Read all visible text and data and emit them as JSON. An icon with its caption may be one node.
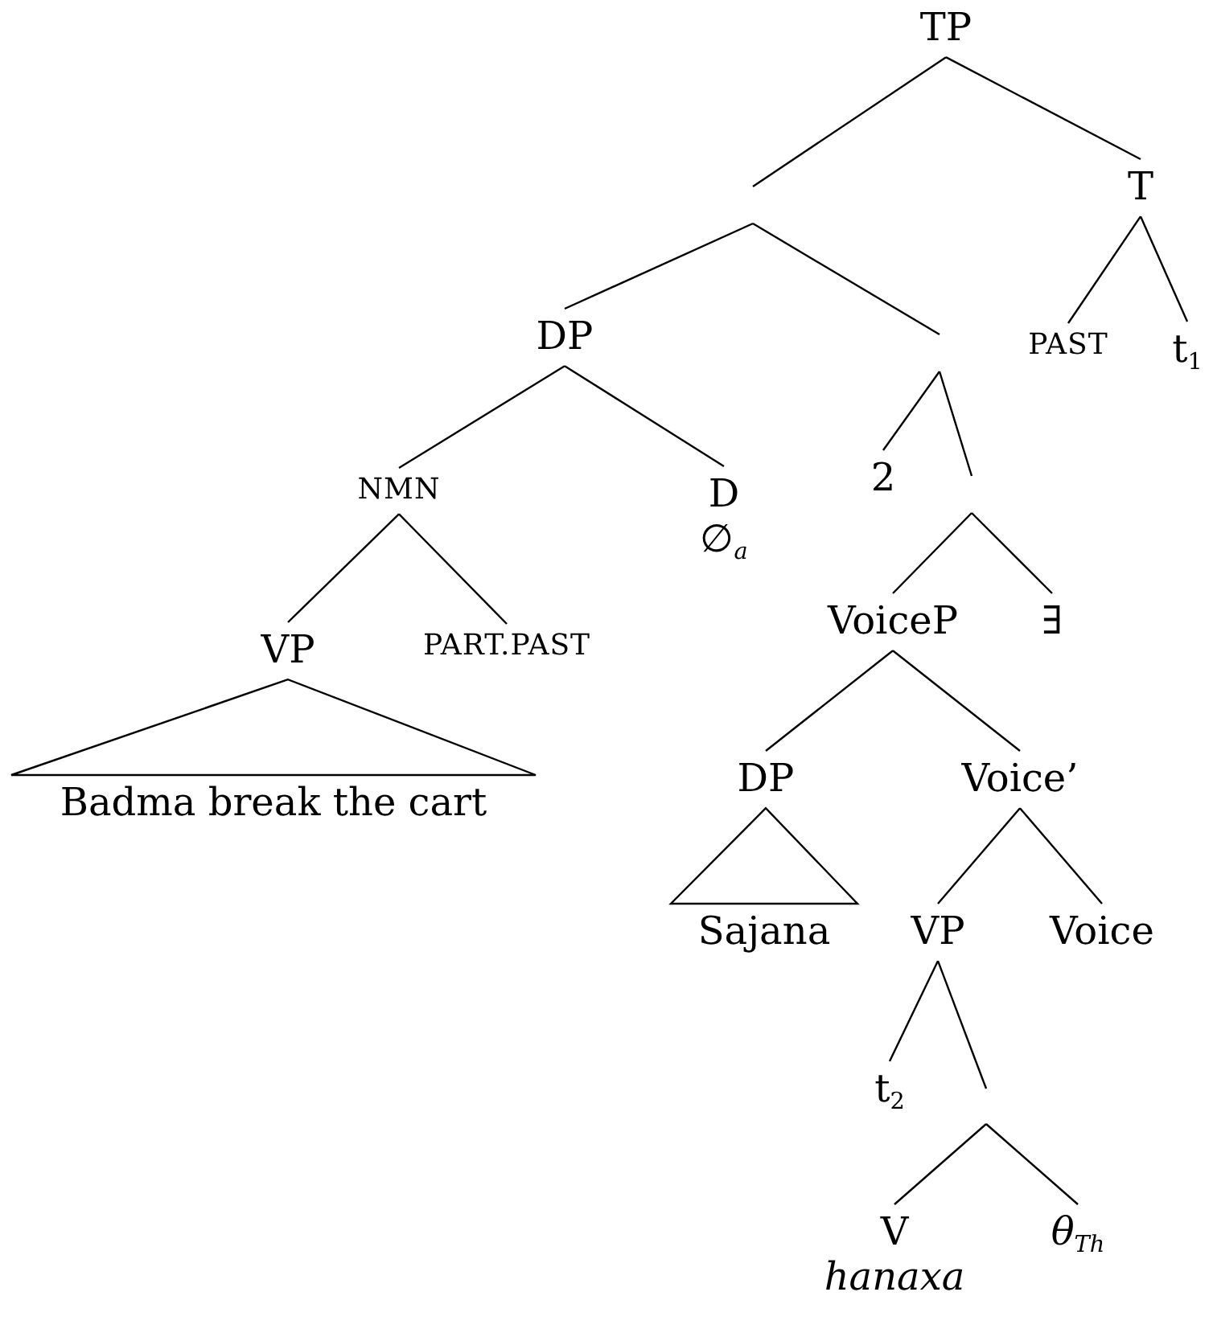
{
  "diagram": {
    "nodes": [
      {
        "text": [
          "TP"
        ]
      },
      {
        "text": [
          "T"
        ]
      },
      {
        "text": [
          "DP"
        ]
      },
      {
        "text": [
          "PAST"
        ]
      },
      {
        "text": [
          "t$_{1}$"
        ]
      },
      {
        "text": [
          "NMN"
        ]
      },
      {
        "text": [
          "D",
          "∅$_{a}$"
        ]
      },
      {
        "text": [
          "2"
        ]
      },
      {
        "text": [
          "VP"
        ]
      },
      {
        "text": [
          "PART.PAST"
        ]
      },
      {
        "text": [
          "VoiceP"
        ]
      },
      {
        "text": [
          "∃"
        ]
      },
      {
        "text": [
          "Badma break the cart"
        ]
      },
      {
        "text": [
          "DP"
        ]
      },
      {
        "text": [
          "Voice’"
        ]
      },
      {
        "text": [
          "Sajana"
        ]
      },
      {
        "text": [
          "VP"
        ]
      },
      {
        "text": [
          "Voice"
        ]
      },
      {
        "text": [
          "t$_{2}$"
        ]
      },
      {
        "text": [
          "V",
          "hanaxa"
        ]
      },
      {
        "text": [
          "θ$_{Th}$"
        ]
      }
    ],
    "edges": [
      {
        "from": 0,
        "to": null,
        "arrow": "none"
      },
      {
        "from": 0,
        "to": 1,
        "arrow": "none"
      },
      {
        "from": null,
        "to": 2,
        "arrow": "none"
      },
      {
        "from": 1,
        "to": 3,
        "arrow": "none"
      },
      {
        "from": 1,
        "to": 4,
        "arrow": "none"
      },
      {
        "from": 2,
        "to": 5,
        "arrow": "none"
      },
      {
        "from": 2,
        "to": 6,
        "arrow": "none"
      },
      {
        "from": null,
        "to": 7,
        "arrow": "none"
      },
      {
        "from": 5,
        "to": 8,
        "arrow": "none"
      },
      {
        "from": 5,
        "to": 9,
        "arrow": "none"
      },
      {
        "from": null,
        "to": 10,
        "arrow": "none"
      },
      {
        "from": null,
        "to": 11,
        "arrow": "none"
      },
      {
        "from": 8,
        "to": 12,
        "arrow": "none"
      },
      {
        "from": 10,
        "to": 13,
        "arrow": "none"
      },
      {
        "from": 10,
        "to": 14,
        "arrow": "none"
      },
      {
        "from": 13,
        "to": 15,
        "arrow": "none"
      },
      {
        "from": 14,
        "to": 16,
        "arrow": "none"
      },
      {
        "from": 14,
        "to": 17,
        "arrow": "none"
      },
      {
        "from": 16,
        "to": 18,
        "arrow": "none"
      },
      {
        "from": 16,
        "to": null,
        "arrow": "none"
      },
      {
        "from": null,
        "to": 19,
        "arrow": "none"
      },
      {
        "from": null,
        "to": 20,
        "arrow": "none"
      }
    ]
  }
}
